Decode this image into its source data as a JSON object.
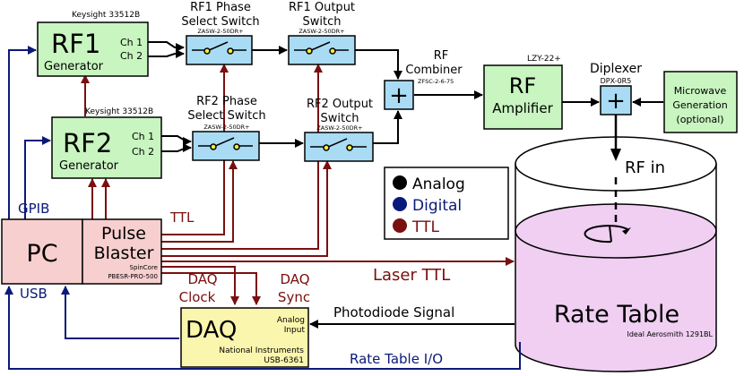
{
  "rf1": {
    "model": "Keysight 33512B",
    "title": "RF1",
    "subtitle": "Generator",
    "ch1": "Ch 1",
    "ch2": "Ch 2"
  },
  "rf2": {
    "model": "Keysight 33512B",
    "title": "RF2",
    "subtitle": "Generator",
    "ch1": "Ch 1",
    "ch2": "Ch 2"
  },
  "rf1_phase_switch": {
    "line1": "RF1 Phase",
    "line2": "Select Switch",
    "model": "ZASW-2-50DR+"
  },
  "rf1_output_switch": {
    "line1": "RF1 Output",
    "line2": "Switch",
    "model": "ZASW-2-50DR+"
  },
  "rf2_phase_switch": {
    "line1": "RF2 Phase",
    "line2": "Select Switch",
    "model": "ZASW-2-50DR+"
  },
  "rf2_output_switch": {
    "line1": "RF2 Output",
    "line2": "Switch",
    "model": "ZASW-2-50DR+"
  },
  "combiner": {
    "line1": "RF",
    "line2": "Combiner",
    "model": "ZFSC-2-6-75",
    "symbol": "+"
  },
  "amplifier": {
    "model": "LZY-22+",
    "line1": "RF",
    "line2": "Amplifier"
  },
  "diplexer": {
    "label": "Diplexer",
    "model": "DPX-0R5",
    "symbol": "+"
  },
  "microwave": {
    "line1": "Microwave",
    "line2": "Generation",
    "line3": "(optional)"
  },
  "legend": {
    "analog": "Analog",
    "digital": "Digital",
    "ttl": "TTL",
    "colors": {
      "analog": "#000000",
      "digital": "#0a1a7a",
      "ttl": "#7a0f0f"
    }
  },
  "pc": {
    "label": "PC"
  },
  "pulse_blaster": {
    "line1": "Pulse",
    "line2": "Blaster",
    "maker": "SpinCore",
    "model": "PBESR-PRO-500"
  },
  "daq": {
    "label": "DAQ",
    "input_line1": "Analog",
    "input_line2": "Input",
    "maker": "National Instruments",
    "model": "USB-6361"
  },
  "rate_table": {
    "label": "Rate Table",
    "model": "Ideal Aerosmith 1291BL",
    "rf_in": "RF in"
  },
  "labels": {
    "gpib": "GPIB",
    "usb": "USB",
    "ttl": "TTL",
    "laser_ttl": "Laser TTL",
    "daq_clock_1": "DAQ",
    "daq_clock_2": "Clock",
    "daq_sync_1": "DAQ",
    "daq_sync_2": "Sync",
    "photodiode": "Photodiode Signal",
    "rate_table_io": "Rate Table I/O"
  },
  "colors": {
    "generator_fill": "#c8f5c0",
    "switch_fill": "#a9dcf4",
    "pc_fill": "#f8cfcf",
    "daq_fill": "#fbf6ad",
    "table_fill": "#f0cff2"
  }
}
